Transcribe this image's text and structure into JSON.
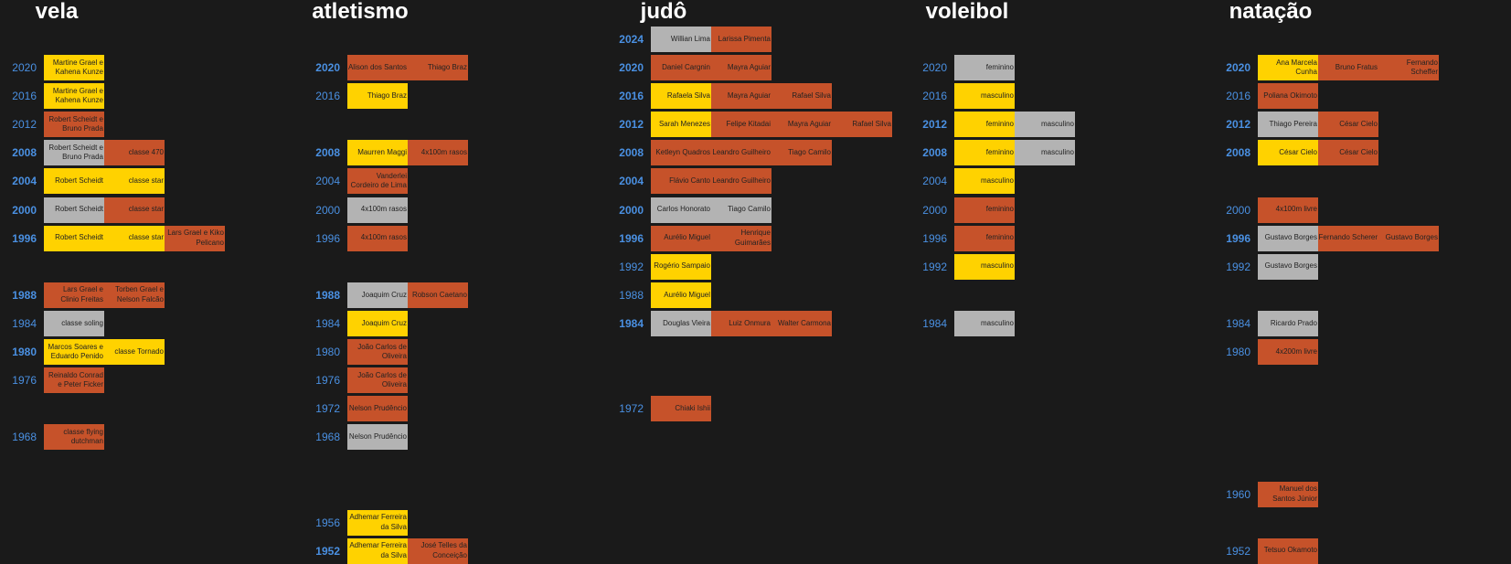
{
  "colors": {
    "gold": "#ffd200",
    "silver": "#b3b3b3",
    "bronze": "#c6522a",
    "year": "#4a90e2",
    "background": "#1a1a1a",
    "title": "#ffffff"
  },
  "chart_data": {
    "type": "table",
    "sports": [
      {
        "name": "vela",
        "rows": [
          {
            "year": "2020",
            "bold": false,
            "medals": [
              {
                "type": "gold",
                "label": "Martine Grael e Kahena Kunze"
              }
            ]
          },
          {
            "year": "2016",
            "bold": false,
            "medals": [
              {
                "type": "gold",
                "label": "Martine Grael e Kahena Kunze"
              }
            ]
          },
          {
            "year": "2012",
            "bold": false,
            "medals": [
              {
                "type": "bronze",
                "label": "Robert Scheidt e Bruno Prada"
              }
            ]
          },
          {
            "year": "2008",
            "bold": true,
            "medals": [
              {
                "type": "silver",
                "label": "Robert Scheidt e Bruno Prada"
              },
              {
                "type": "bronze",
                "label": "classe 470"
              }
            ]
          },
          {
            "year": "2004",
            "bold": true,
            "medals": [
              {
                "type": "gold",
                "label": "Robert Scheidt"
              },
              {
                "type": "gold",
                "label": "classe star"
              }
            ]
          },
          {
            "year": "2000",
            "bold": true,
            "medals": [
              {
                "type": "silver",
                "label": "Robert Scheidt"
              },
              {
                "type": "bronze",
                "label": "classe star"
              }
            ]
          },
          {
            "year": "1996",
            "bold": true,
            "medals": [
              {
                "type": "gold",
                "label": "Robert Scheidt"
              },
              {
                "type": "gold",
                "label": "classe star"
              },
              {
                "type": "bronze",
                "label": "Lars Grael e Kiko Pelicano"
              }
            ]
          },
          {
            "year": "1988",
            "bold": true,
            "medals": [
              {
                "type": "bronze",
                "label": "Lars Grael e Clinio Freitas"
              },
              {
                "type": "bronze",
                "label": "Torben Grael e Nelson Falcão"
              }
            ]
          },
          {
            "year": "1984",
            "bold": false,
            "medals": [
              {
                "type": "silver",
                "label": "classe soling"
              }
            ]
          },
          {
            "year": "1980",
            "bold": true,
            "medals": [
              {
                "type": "gold",
                "label": "Marcos Soares e Eduardo Penido"
              },
              {
                "type": "gold",
                "label": "classe Tornado"
              }
            ]
          },
          {
            "year": "1976",
            "bold": false,
            "medals": [
              {
                "type": "bronze",
                "label": "Reinaldo Conrad e Peter Ficker"
              }
            ]
          },
          {
            "year": "1968",
            "bold": false,
            "medals": [
              {
                "type": "bronze",
                "label": "classe flying dutchman"
              }
            ]
          }
        ]
      },
      {
        "name": "atletismo",
        "rows": [
          {
            "year": "2020",
            "bold": true,
            "medals": [
              {
                "type": "bronze",
                "label": "Alison dos Santos"
              },
              {
                "type": "bronze",
                "label": "Thiago Braz"
              }
            ]
          },
          {
            "year": "2016",
            "bold": false,
            "medals": [
              {
                "type": "gold",
                "label": "Thiago Braz"
              }
            ]
          },
          {
            "year": "2008",
            "bold": true,
            "medals": [
              {
                "type": "gold",
                "label": "Maurren Maggi"
              },
              {
                "type": "bronze",
                "label": "4x100m rasos"
              }
            ]
          },
          {
            "year": "2004",
            "bold": false,
            "medals": [
              {
                "type": "bronze",
                "label": "Vanderlei Cordeiro de Lima"
              }
            ]
          },
          {
            "year": "2000",
            "bold": false,
            "medals": [
              {
                "type": "silver",
                "label": "4x100m rasos"
              }
            ]
          },
          {
            "year": "1996",
            "bold": false,
            "medals": [
              {
                "type": "bronze",
                "label": "4x100m rasos"
              }
            ]
          },
          {
            "year": "1988",
            "bold": true,
            "medals": [
              {
                "type": "silver",
                "label": "Joaquim Cruz"
              },
              {
                "type": "bronze",
                "label": "Robson Caetano"
              }
            ]
          },
          {
            "year": "1984",
            "bold": false,
            "medals": [
              {
                "type": "gold",
                "label": "Joaquim Cruz"
              }
            ]
          },
          {
            "year": "1980",
            "bold": false,
            "medals": [
              {
                "type": "bronze",
                "label": "João Carlos de Oliveira"
              }
            ]
          },
          {
            "year": "1976",
            "bold": false,
            "medals": [
              {
                "type": "bronze",
                "label": "João Carlos de Oliveira"
              }
            ]
          },
          {
            "year": "1972",
            "bold": false,
            "medals": [
              {
                "type": "bronze",
                "label": "Nelson Prudêncio"
              }
            ]
          },
          {
            "year": "1968",
            "bold": false,
            "medals": [
              {
                "type": "silver",
                "label": "Nelson Prudêncio"
              }
            ]
          },
          {
            "year": "1956",
            "bold": false,
            "medals": [
              {
                "type": "gold",
                "label": "Adhemar Ferreira da Silva"
              }
            ]
          },
          {
            "year": "1952",
            "bold": true,
            "medals": [
              {
                "type": "gold",
                "label": "Adhemar Ferreira da Silva"
              },
              {
                "type": "bronze",
                "label": "José Telles da Conceição"
              }
            ]
          }
        ]
      },
      {
        "name": "judô",
        "rows": [
          {
            "year": "2024",
            "bold": true,
            "medals": [
              {
                "type": "silver",
                "label": "Willian Lima"
              },
              {
                "type": "bronze",
                "label": "Larissa Pimenta"
              }
            ]
          },
          {
            "year": "2020",
            "bold": true,
            "medals": [
              {
                "type": "bronze",
                "label": "Daniel Cargnin"
              },
              {
                "type": "bronze",
                "label": "Mayra Aguiar"
              }
            ]
          },
          {
            "year": "2016",
            "bold": true,
            "medals": [
              {
                "type": "gold",
                "label": "Rafaela Silva"
              },
              {
                "type": "bronze",
                "label": "Mayra Aguiar"
              },
              {
                "type": "bronze",
                "label": "Rafael Silva"
              }
            ]
          },
          {
            "year": "2012",
            "bold": true,
            "medals": [
              {
                "type": "gold",
                "label": "Sarah Menezes"
              },
              {
                "type": "bronze",
                "label": "Felipe Kitadai"
              },
              {
                "type": "bronze",
                "label": "Mayra Aguiar"
              },
              {
                "type": "bronze",
                "label": "Rafael Silva"
              }
            ]
          },
          {
            "year": "2008",
            "bold": true,
            "medals": [
              {
                "type": "bronze",
                "label": "Ketleyn Quadros"
              },
              {
                "type": "bronze",
                "label": "Leandro Guilheiro"
              },
              {
                "type": "bronze",
                "label": "Tiago Camilo"
              }
            ]
          },
          {
            "year": "2004",
            "bold": true,
            "medals": [
              {
                "type": "bronze",
                "label": "Flávio Canto"
              },
              {
                "type": "bronze",
                "label": "Leandro Guilheiro"
              }
            ]
          },
          {
            "year": "2000",
            "bold": true,
            "medals": [
              {
                "type": "silver",
                "label": "Carlos Honorato"
              },
              {
                "type": "silver",
                "label": "Tiago Camilo"
              }
            ]
          },
          {
            "year": "1996",
            "bold": true,
            "medals": [
              {
                "type": "bronze",
                "label": "Aurélio Miguel"
              },
              {
                "type": "bronze",
                "label": "Henrique Guimarães"
              }
            ]
          },
          {
            "year": "1992",
            "bold": false,
            "medals": [
              {
                "type": "gold",
                "label": "Rogério Sampaio"
              }
            ]
          },
          {
            "year": "1988",
            "bold": false,
            "medals": [
              {
                "type": "gold",
                "label": "Aurélio Miguel"
              }
            ]
          },
          {
            "year": "1984",
            "bold": true,
            "medals": [
              {
                "type": "silver",
                "label": "Douglas Vieira"
              },
              {
                "type": "bronze",
                "label": "Luiz Onmura"
              },
              {
                "type": "bronze",
                "label": "Walter Carmona"
              }
            ]
          },
          {
            "year": "1972",
            "bold": false,
            "medals": [
              {
                "type": "bronze",
                "label": "Chiaki Ishii"
              }
            ]
          }
        ]
      },
      {
        "name": "voleibol",
        "rows": [
          {
            "year": "2020",
            "bold": false,
            "medals": [
              {
                "type": "silver",
                "label": "feminino"
              }
            ]
          },
          {
            "year": "2016",
            "bold": false,
            "medals": [
              {
                "type": "gold",
                "label": "masculino"
              }
            ]
          },
          {
            "year": "2012",
            "bold": true,
            "medals": [
              {
                "type": "gold",
                "label": "feminino"
              },
              {
                "type": "silver",
                "label": "masculino"
              }
            ]
          },
          {
            "year": "2008",
            "bold": true,
            "medals": [
              {
                "type": "gold",
                "label": "feminino"
              },
              {
                "type": "silver",
                "label": "masculino"
              }
            ]
          },
          {
            "year": "2004",
            "bold": false,
            "medals": [
              {
                "type": "gold",
                "label": "masculino"
              }
            ]
          },
          {
            "year": "2000",
            "bold": false,
            "medals": [
              {
                "type": "bronze",
                "label": "feminino"
              }
            ]
          },
          {
            "year": "1996",
            "bold": false,
            "medals": [
              {
                "type": "bronze",
                "label": "feminino"
              }
            ]
          },
          {
            "year": "1992",
            "bold": false,
            "medals": [
              {
                "type": "gold",
                "label": "masculino"
              }
            ]
          },
          {
            "year": "1984",
            "bold": false,
            "medals": [
              {
                "type": "silver",
                "label": "masculino"
              }
            ]
          }
        ]
      },
      {
        "name": "natação",
        "rows": [
          {
            "year": "2020",
            "bold": true,
            "medals": [
              {
                "type": "gold",
                "label": "Ana Marcela Cunha"
              },
              {
                "type": "bronze",
                "label": "Bruno Fratus"
              },
              {
                "type": "bronze",
                "label": "Fernando Scheffer"
              }
            ]
          },
          {
            "year": "2016",
            "bold": false,
            "medals": [
              {
                "type": "bronze",
                "label": "Poliana Okimoto"
              }
            ]
          },
          {
            "year": "2012",
            "bold": true,
            "medals": [
              {
                "type": "silver",
                "label": "Thiago Pereira"
              },
              {
                "type": "bronze",
                "label": "César Cielo"
              }
            ]
          },
          {
            "year": "2008",
            "bold": true,
            "medals": [
              {
                "type": "gold",
                "label": "César Cielo"
              },
              {
                "type": "bronze",
                "label": "César Cielo"
              }
            ]
          },
          {
            "year": "2000",
            "bold": false,
            "medals": [
              {
                "type": "bronze",
                "label": "4x100m livre"
              }
            ]
          },
          {
            "year": "1996",
            "bold": true,
            "medals": [
              {
                "type": "silver",
                "label": "Gustavo Borges"
              },
              {
                "type": "bronze",
                "label": "Fernando Scherer"
              },
              {
                "type": "bronze",
                "label": "Gustavo Borges"
              }
            ]
          },
          {
            "year": "1992",
            "bold": false,
            "medals": [
              {
                "type": "silver",
                "label": "Gustavo Borges"
              }
            ]
          },
          {
            "year": "1984",
            "bold": false,
            "medals": [
              {
                "type": "silver",
                "label": "Ricardo Prado"
              }
            ]
          },
          {
            "year": "1980",
            "bold": false,
            "medals": [
              {
                "type": "bronze",
                "label": "4x200m livre"
              }
            ]
          },
          {
            "year": "1960",
            "bold": false,
            "medals": [
              {
                "type": "bronze",
                "label": "Manuel dos Santos Júnior"
              }
            ]
          },
          {
            "year": "1952",
            "bold": false,
            "medals": [
              {
                "type": "bronze",
                "label": "Tetsuo Okamoto"
              }
            ]
          }
        ]
      }
    ]
  }
}
